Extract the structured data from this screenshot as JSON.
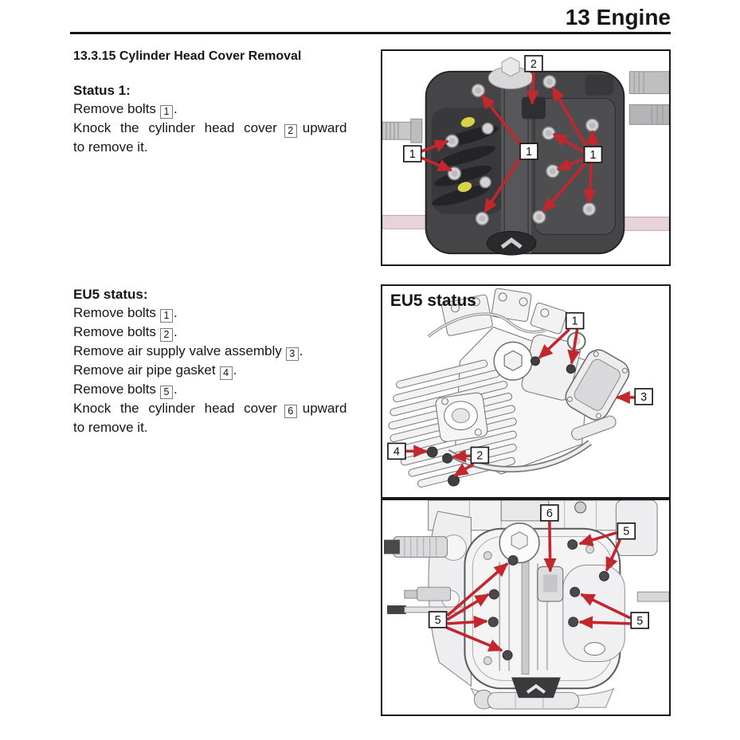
{
  "header": {
    "chapter": "13 Engine"
  },
  "section": {
    "title": "13.3.15 Cylinder Head Cover Removal"
  },
  "status1": {
    "heading": "Status 1:",
    "line1": {
      "pre": "Remove bolts",
      "ref": "1",
      "post": "."
    },
    "line2": {
      "pre": "Knock the cylinder head cover",
      "ref": "2",
      "post": "upward"
    },
    "line3": "to remove it."
  },
  "eu5": {
    "heading": "EU5 status:",
    "line1": {
      "pre": "Remove bolts",
      "ref": "1",
      "post": "."
    },
    "line2": {
      "pre": "Remove bolts",
      "ref": "2",
      "post": "."
    },
    "line3": {
      "pre": "Remove air supply valve assembly",
      "ref": "3",
      "post": "."
    },
    "line4": {
      "pre": "Remove air pipe gasket",
      "ref": "4",
      "post": "."
    },
    "line5": {
      "pre": "Remove bolts",
      "ref": "5",
      "post": "."
    },
    "line6": {
      "pre": "Knock the cylinder head cover",
      "ref": "6",
      "post": "upward"
    },
    "line7": "to remove it."
  },
  "fig1": {
    "callouts": {
      "c2": "2",
      "c1_left": "1",
      "c1_center": "1",
      "c1_right": "1"
    }
  },
  "fig2": {
    "label": "EU5 status",
    "callouts": {
      "c1": "1",
      "c2": "2",
      "c3": "3",
      "c4": "4"
    }
  },
  "fig3": {
    "callouts": {
      "c6": "6",
      "c5_left": "5",
      "c5_topright": "5",
      "c5_right": "5"
    }
  },
  "colors": {
    "arrow_red": "#c1272d",
    "callout_border": "#1a1a1a",
    "seal_yellow": "#d8d44a",
    "shaft_pink": "#e9d3da"
  }
}
